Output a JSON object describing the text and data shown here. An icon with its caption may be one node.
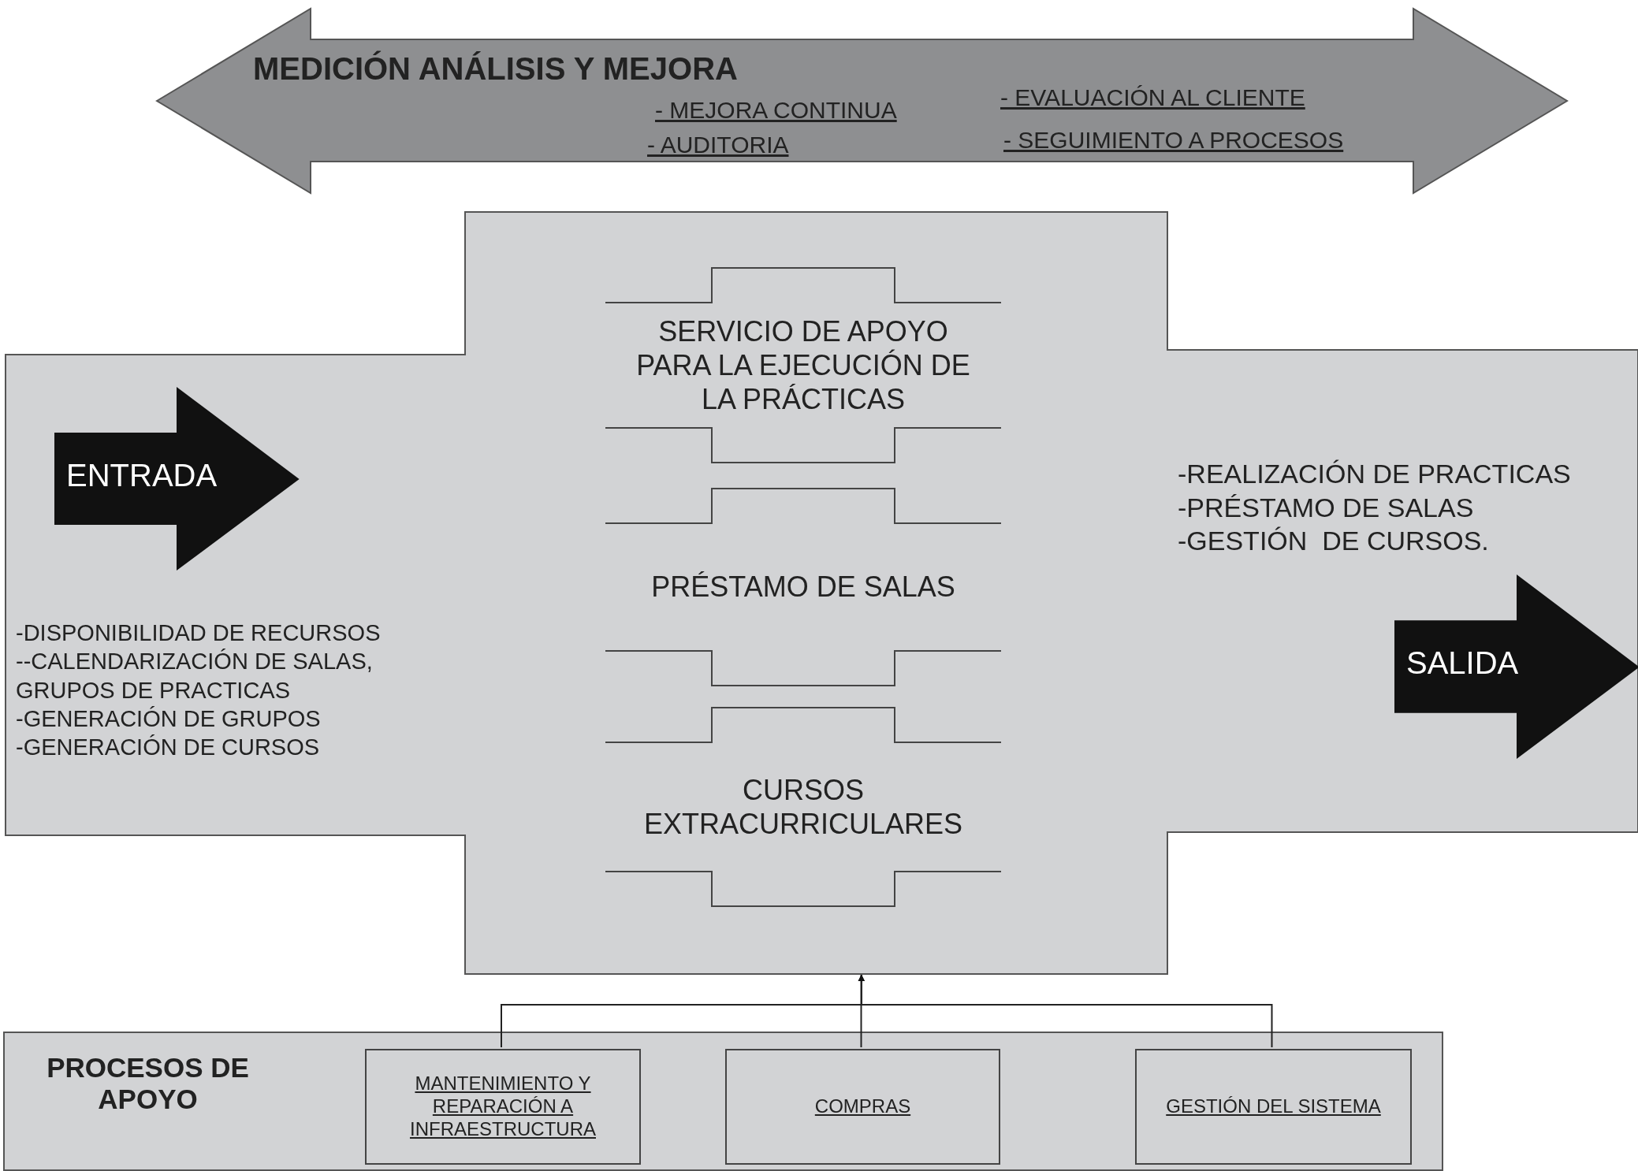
{
  "diagram": {
    "nodes": [
      {
        "text": [
          "MEDICIÓN ANÁLISIS Y MEJORA",
          "- MEJORA CONTINUA",
          "- EVALUACIÓN AL CLIENTE",
          "- AUDITORIA",
          "- SEGUIMIENTO A PROCESOS"
        ]
      },
      {
        "text": [],
        "shape": "box"
      },
      {
        "text": [
          "ENTRADA"
        ],
        "in": 1
      },
      {
        "text": [
          "SERVICIO DE APOYO PARA LA EJECUCIÓN DE LA PRÁCTICAS"
        ],
        "in": 1
      },
      {
        "text": [
          "PRÉSTAMO DE SALAS"
        ],
        "in": 1
      },
      {
        "text": [
          "CURSOS EXTRACURRICULARES"
        ],
        "in": 1
      },
      {
        "text": [
          "SALIDA"
        ],
        "in": 1
      },
      {
        "text": [
          "PROCESOS DE APOYO"
        ]
      },
      {
        "text": [
          "MANTENIMIENTO Y REPARACIÓN A INFRAESTRUCTURA"
        ],
        "in": 7
      },
      {
        "text": [
          "COMPRAS"
        ],
        "in": 7
      },
      {
        "text": [
          "GESTIÓN DEL SISTEMA"
        ],
        "in": 7
      }
    ],
    "edges": [
      {
        "from": 8,
        "to": 1,
        "arrow": "to"
      },
      {
        "from": 9,
        "to": 1,
        "arrow": "to"
      },
      {
        "from": 10,
        "to": 1,
        "arrow": "to"
      }
    ],
    "labels": [
      "-REALIZACIÓN DE PRACTICAS",
      "-PRÉSTAMO DE SALAS",
      "-GESTIÓN  DE CURSOS.",
      "-DISPONIBILIDAD DE RECURSOS",
      "--CALENDARIZACIÓN DE SALAS, GRUPOS DE PRACTICAS",
      "-GENERACIÓN DE GRUPOS",
      "-GENERACIÓN DE CURSOS"
    ]
  }
}
